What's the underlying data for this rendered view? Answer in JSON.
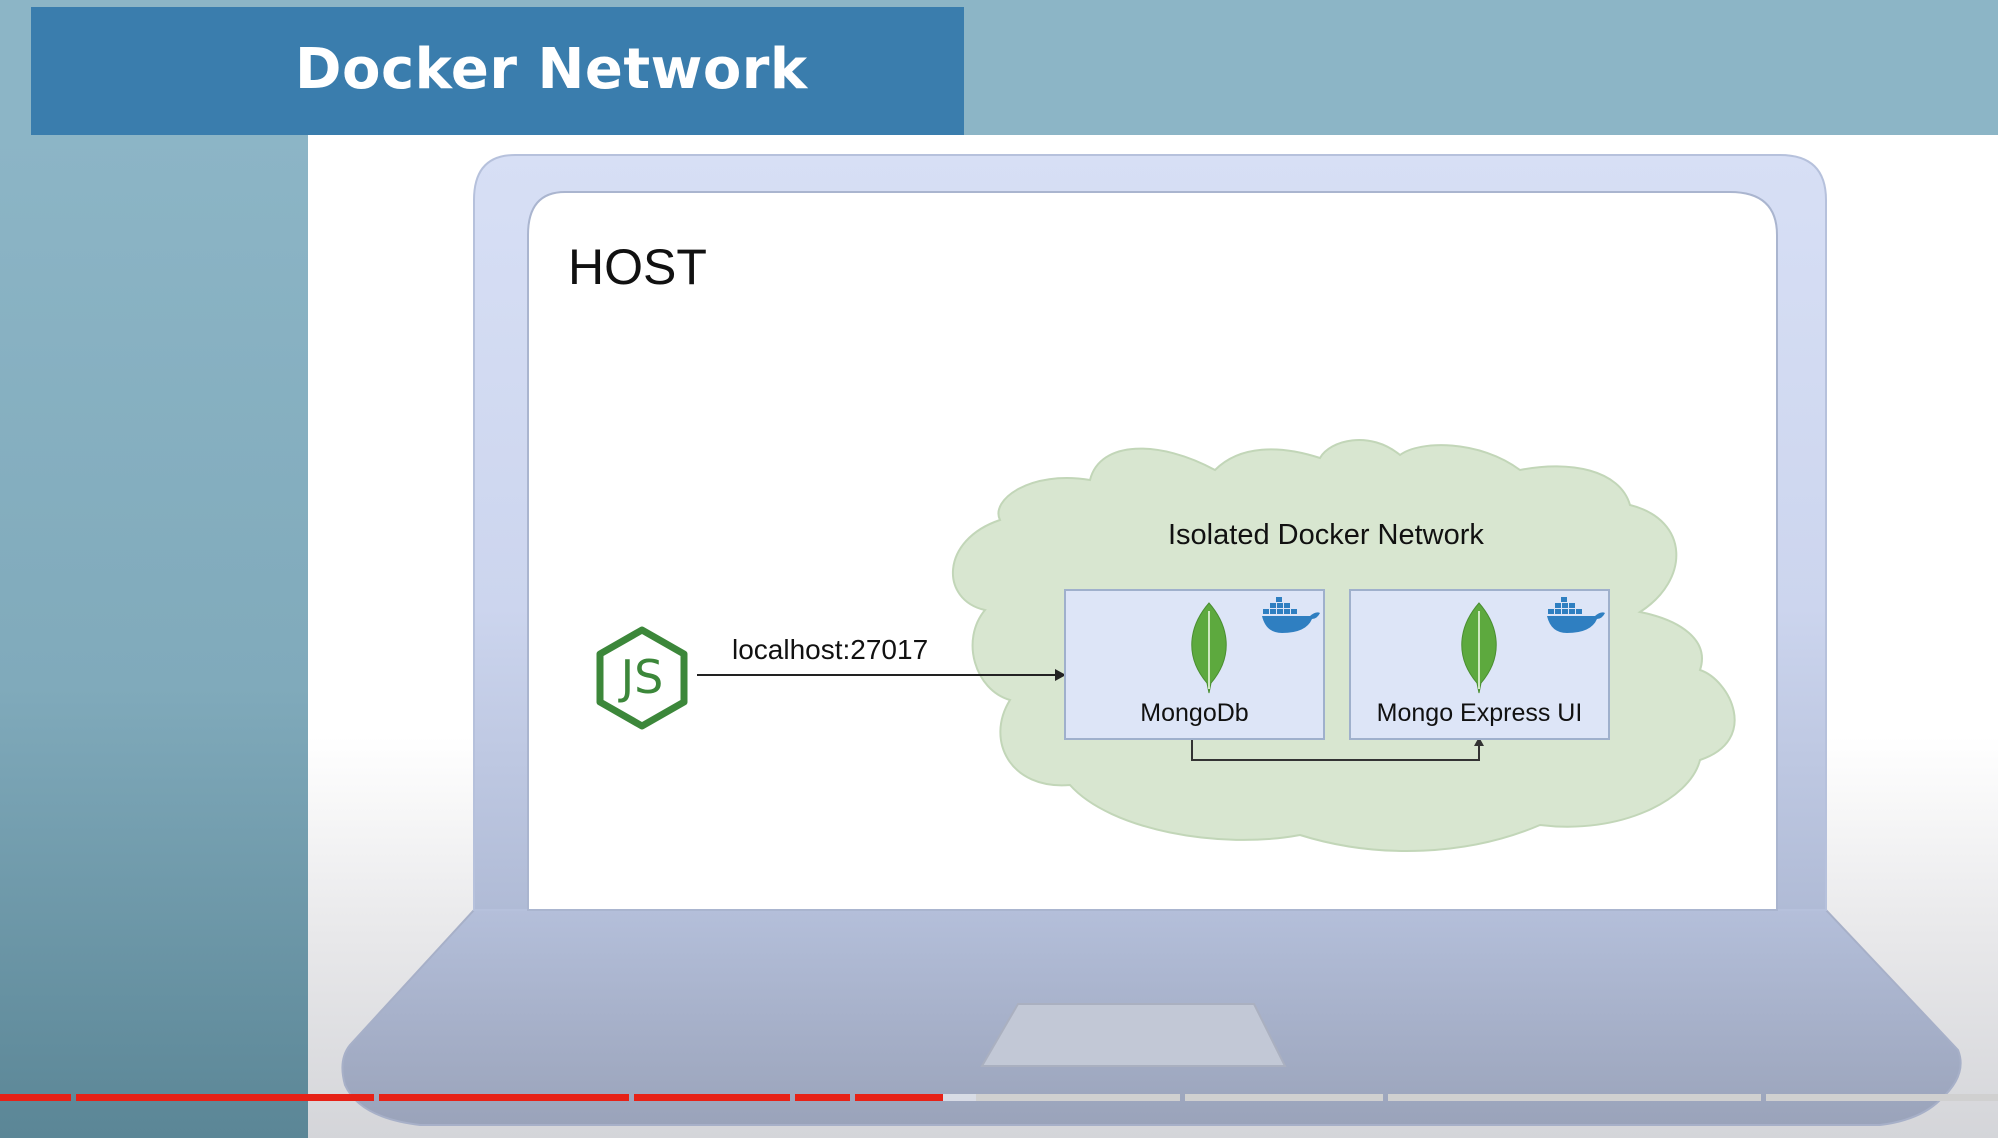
{
  "slide": {
    "title": "Docker Network",
    "host_label": "HOST",
    "cloud_label": "Isolated Docker Network",
    "connection_label": "localhost:27017"
  },
  "containers": [
    {
      "label": "MongoDb",
      "icon": "mongodb-leaf-icon",
      "badge": "docker-whale-icon"
    },
    {
      "label": "Mongo Express UI",
      "icon": "mongodb-leaf-icon",
      "badge": "docker-whale-icon"
    }
  ],
  "app": {
    "icon": "nodejs-icon",
    "text": "JS"
  },
  "video_player": {
    "progress_fraction": 0.47,
    "played_color": "#e62117",
    "unplayed_color": "#d0d0d0"
  },
  "colors": {
    "title_bar": "#3a7dad",
    "background": "#8cb5c6",
    "laptop_frame": "#d7dff5",
    "cloud_fill": "#d8e6d0",
    "node_green": "#3c873a",
    "mongo_green": "#5da93e",
    "docker_blue": "#2f7fc1"
  }
}
